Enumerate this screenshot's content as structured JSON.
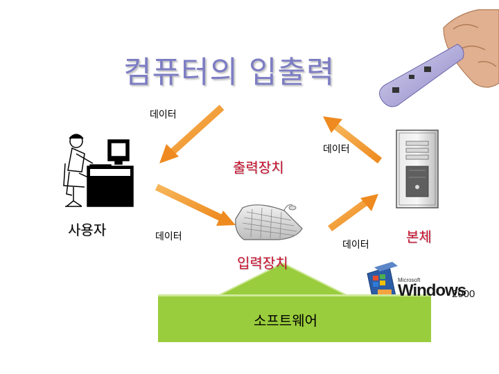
{
  "title": "컴퓨터의 입출력",
  "labels": {
    "data_top_left": "데이터",
    "data_top_right": "데이터",
    "data_bottom_left": "데이터",
    "data_bottom_right": "데이터",
    "output_device": "출력장치",
    "input_device": "입력장치",
    "user": "사용자",
    "main_unit": "본체",
    "software": "소프트웨어"
  },
  "logo": {
    "brand_small": "Microsoft",
    "brand": "Windows",
    "version": "2000"
  },
  "colors": {
    "title": "#7d7dc4",
    "arrow": "#f5a33c",
    "device_label": "#c8102e",
    "software_box": "#9acd3d"
  }
}
